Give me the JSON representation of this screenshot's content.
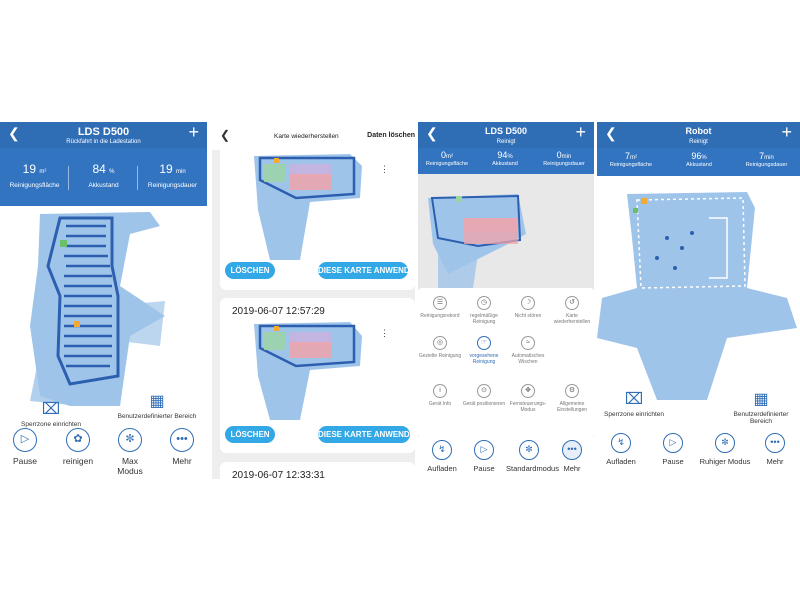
{
  "panel1": {
    "title": "LDS D500",
    "subtitle": "Rückfahrt in die Ladestation",
    "stats": [
      {
        "value": "19",
        "unit": "m²",
        "label": "Reinigungsfläche"
      },
      {
        "value": "84",
        "unit": "%",
        "label": "Akkustand"
      },
      {
        "value": "19",
        "unit": "min",
        "label": "Reinigungsdauer"
      }
    ],
    "zones": [
      {
        "label": "Sperrzone einrichten",
        "icon": "no-go-zone-icon"
      },
      {
        "label": "Benutzerdefinierter Bereich",
        "icon": "custom-area-icon"
      }
    ],
    "buttons": [
      {
        "label": "Pause",
        "icon": "play-icon"
      },
      {
        "label": "reinigen",
        "icon": "spot-clean-icon"
      },
      {
        "label": "Max Modus",
        "icon": "max-mode-icon"
      },
      {
        "label": "Mehr",
        "icon": "more-icon"
      }
    ]
  },
  "panel2": {
    "title": "Karte wiederherstellen",
    "action": "Daten löschen",
    "cards": [
      {
        "date": "",
        "delete": "LÖSCHEN",
        "apply": "DIESE KARTE ANWENDEN"
      },
      {
        "date": "2019-06-07 12:57:29",
        "delete": "LÖSCHEN",
        "apply": "DIESE KARTE ANWENDEN"
      },
      {
        "date": "2019-06-07 12:33:31"
      }
    ]
  },
  "panel3": {
    "title": "LDS D500",
    "subtitle": "Reinigt",
    "stats": [
      {
        "value": "0",
        "unit": "m²",
        "label": "Reinigungsfläche"
      },
      {
        "value": "94",
        "unit": "%",
        "label": "Akkustand"
      },
      {
        "value": "0",
        "unit": "min",
        "label": "Reinigungsdauer"
      }
    ],
    "menu": [
      {
        "label": "Reinigungsrekord",
        "icon": "record-icon"
      },
      {
        "label": "regelmäßige Reinigung",
        "icon": "schedule-icon"
      },
      {
        "label": "Nicht stören",
        "icon": "do-not-disturb-icon"
      },
      {
        "label": "Karte wiederherstellen",
        "icon": "map-restore-icon"
      },
      {
        "label": "Gezielte Reinigung",
        "icon": "target-icon"
      },
      {
        "label": "vorgesehene Reinigung",
        "icon": "hand-pointer-icon"
      },
      {
        "label": "Automatisches Wischen",
        "icon": "auto-mop-icon"
      },
      {
        "label": "Gerät Info",
        "icon": "device-info-icon"
      },
      {
        "label": "Gerät positionieren",
        "icon": "locate-icon"
      },
      {
        "label": "Fernsteuerungs-Modus",
        "icon": "remote-icon"
      },
      {
        "label": "Allgemeine Einstellungen",
        "icon": "settings-icon"
      }
    ],
    "buttons": [
      {
        "label": "Aufladen",
        "icon": "charge-icon"
      },
      {
        "label": "Pause",
        "icon": "play-icon"
      },
      {
        "label": "Standardmodus",
        "icon": "standard-mode-icon"
      },
      {
        "label": "Mehr",
        "icon": "more-icon"
      }
    ]
  },
  "panel4": {
    "title": "Robot",
    "subtitle": "Reinigt",
    "stats": [
      {
        "value": "7",
        "unit": "m²",
        "label": "Reinigungsfläche"
      },
      {
        "value": "96",
        "unit": "%",
        "label": "Akkustand"
      },
      {
        "value": "7",
        "unit": "min",
        "label": "Reinigungsdauer"
      }
    ],
    "zones": [
      {
        "label": "Sperrzone einrichten",
        "icon": "no-go-zone-icon"
      },
      {
        "label": "Benutzerdefinierter Bereich",
        "icon": "custom-area-icon"
      }
    ],
    "buttons": [
      {
        "label": "Aufladen",
        "icon": "charge-icon"
      },
      {
        "label": "Pause",
        "icon": "play-icon"
      },
      {
        "label": "Ruhiger Modus",
        "icon": "quiet-mode-icon"
      },
      {
        "label": "Mehr",
        "icon": "more-icon"
      }
    ]
  },
  "colors": {
    "header": "#2f6db5",
    "stats": "#3274c0",
    "map_light": "#9fc4ea",
    "map_dark": "#2c5fb0",
    "pill": "#33a8e6",
    "zone_red": "#f2a3a8",
    "zone_green": "#9bd6a0"
  }
}
